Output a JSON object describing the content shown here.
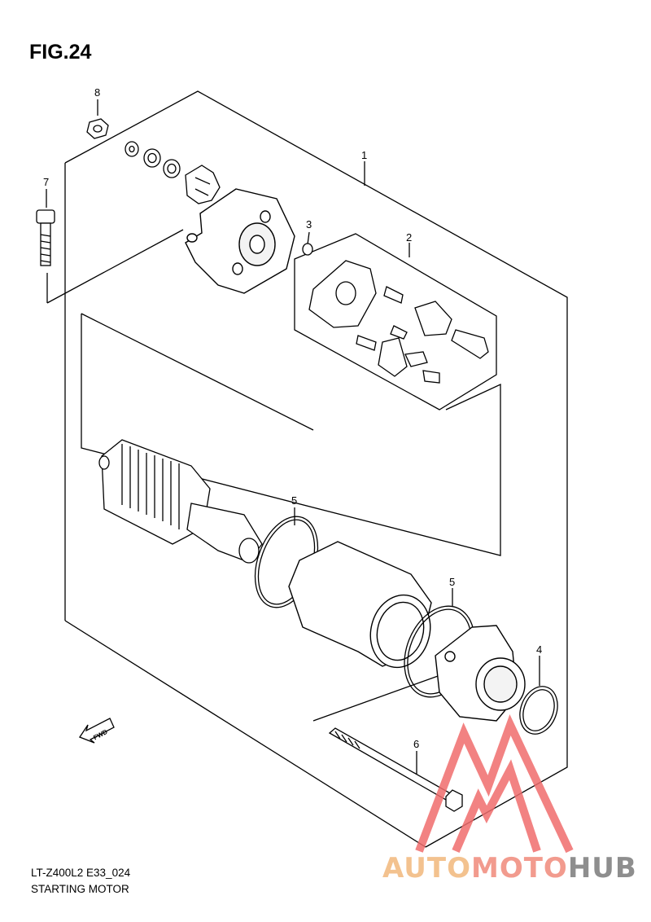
{
  "figure": {
    "title": "FIG.24",
    "code": "LT-Z400L2 E33_024",
    "name": "STARTING MOTOR"
  },
  "callouts": {
    "c1": "1",
    "c2": "2",
    "c3": "3",
    "c4": "4",
    "c5a": "5",
    "c5b": "5",
    "c6": "6",
    "c7": "7",
    "c8": "8"
  },
  "fwd_label": "FWD",
  "watermark": {
    "part_a": "AUTO",
    "part_b": "MOTO",
    "part_c": "HUB",
    "colors": {
      "auto": "#f3c28f",
      "moto": "#f29b8e",
      "hub": "#8e8e8e",
      "logo": "#f06d6d"
    }
  }
}
